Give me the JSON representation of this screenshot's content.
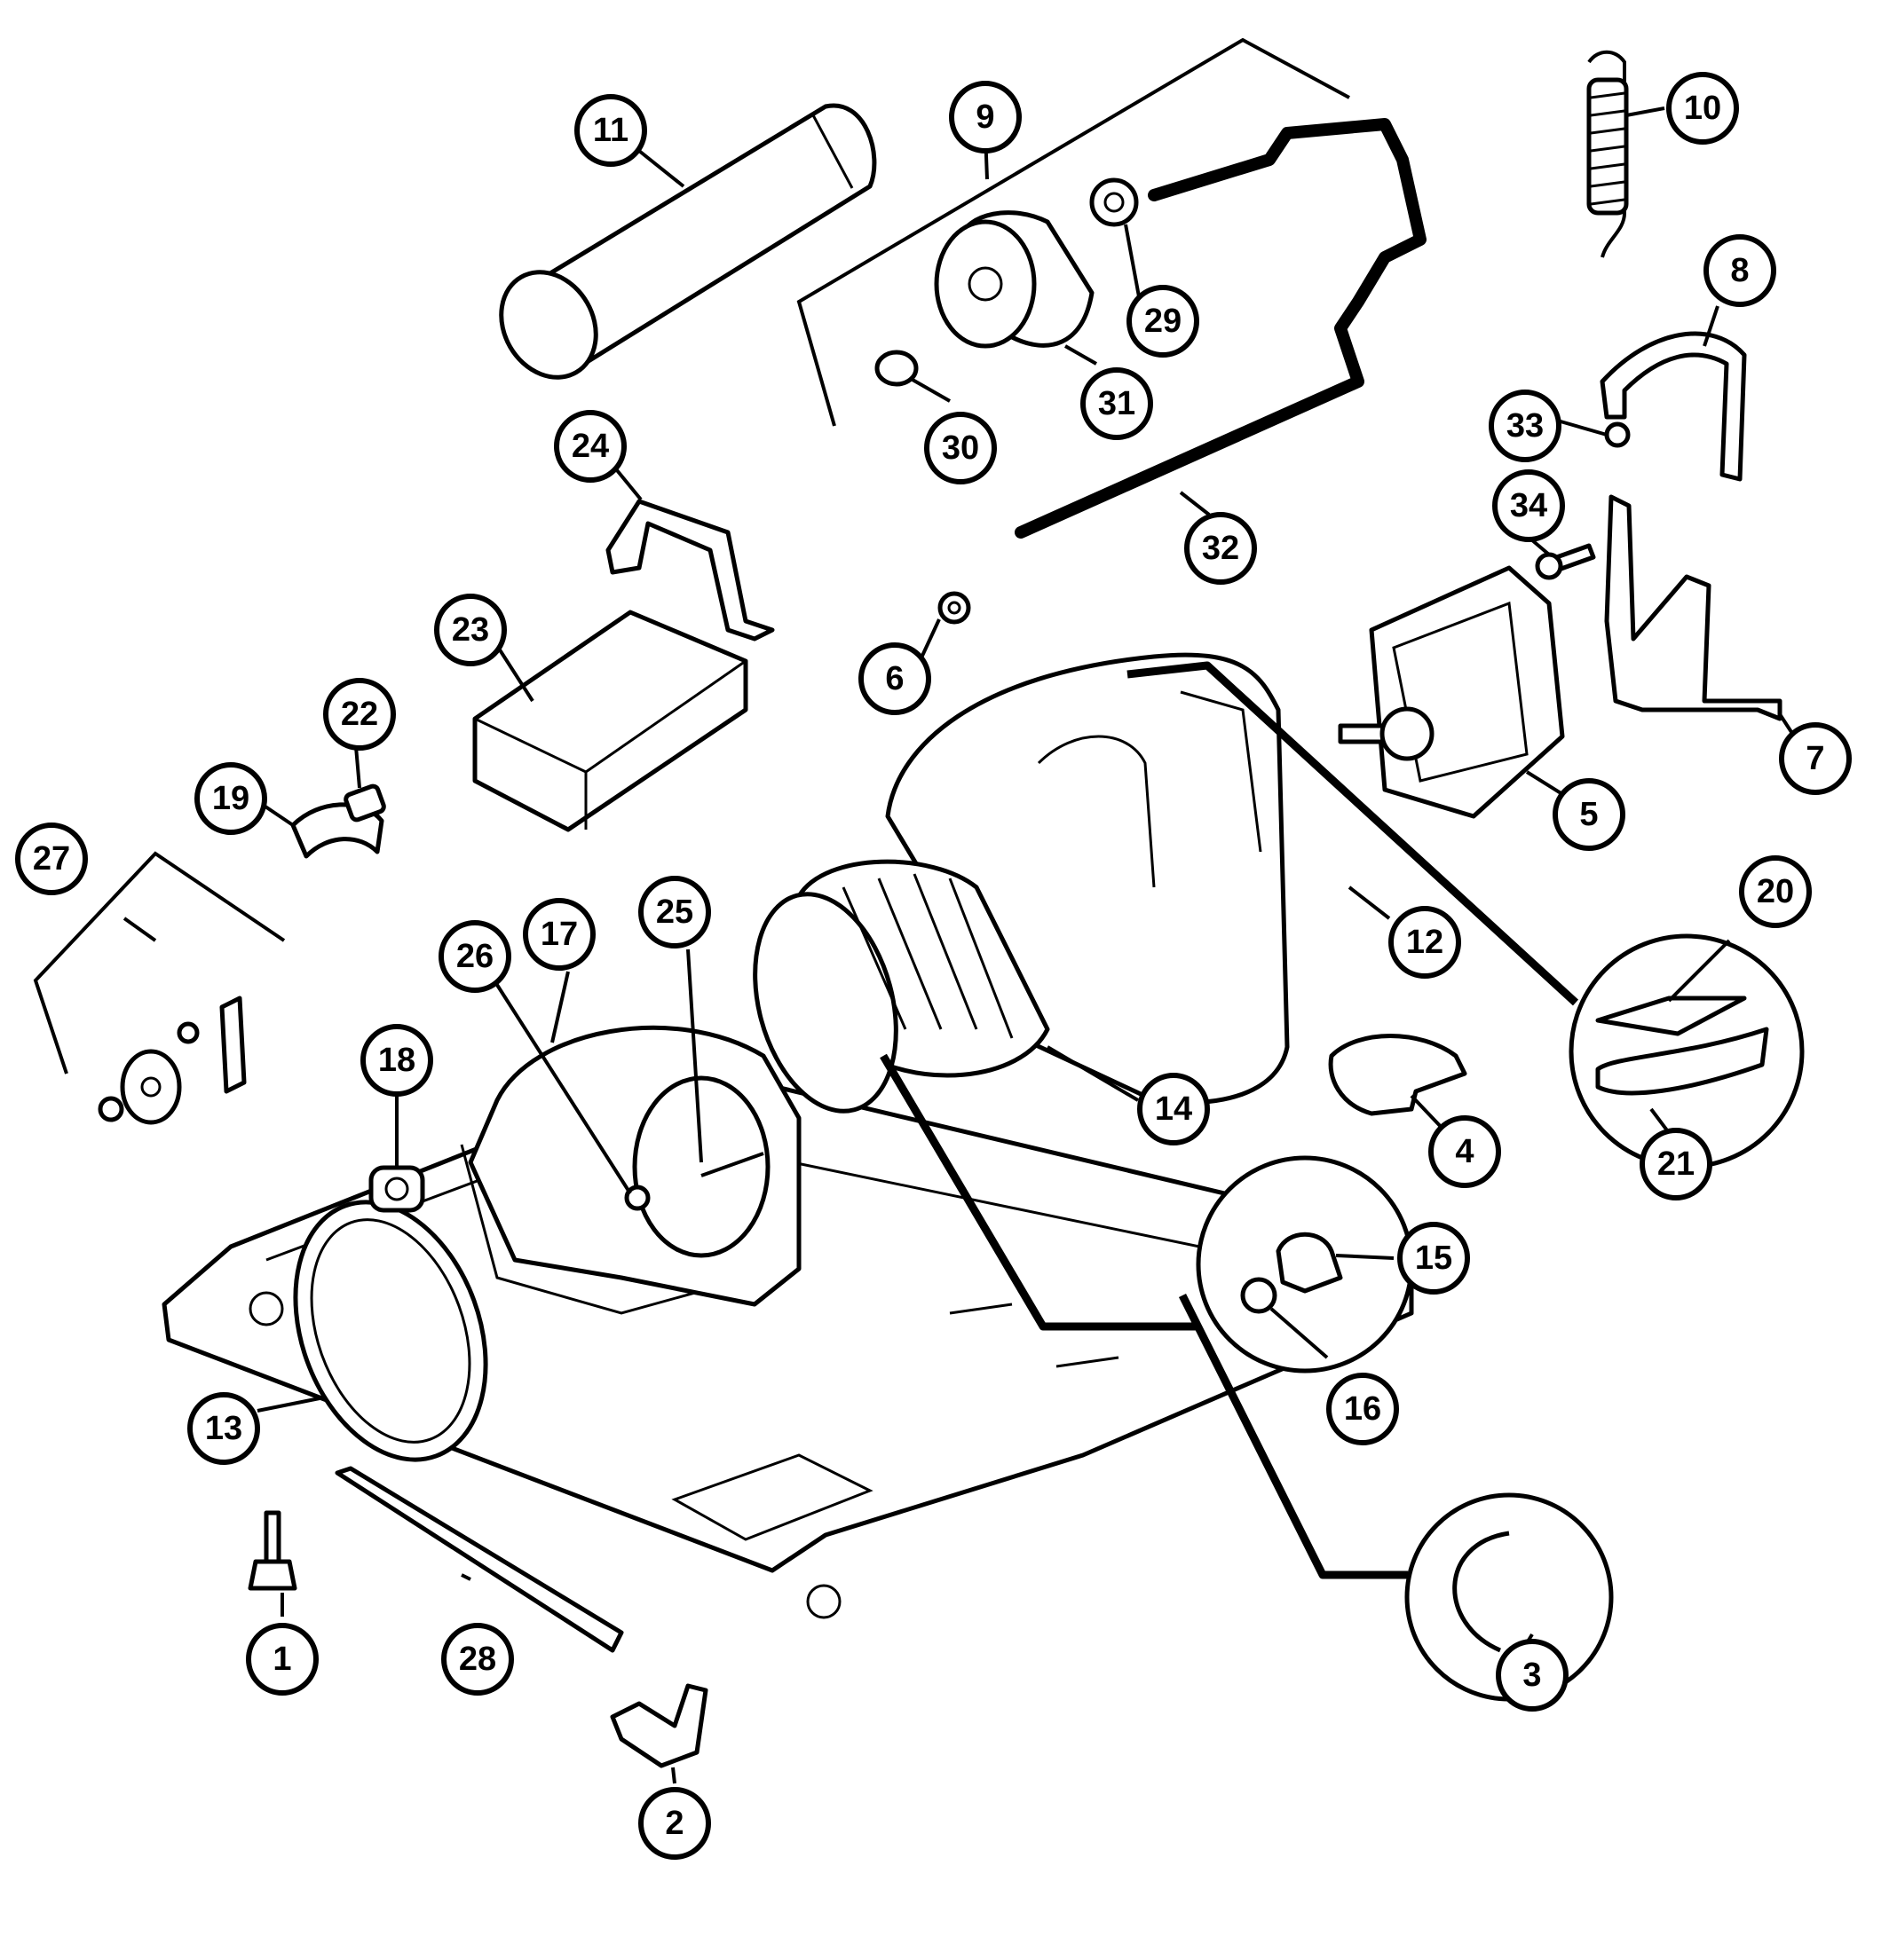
{
  "callouts": [
    {
      "id": "1",
      "label": "1"
    },
    {
      "id": "2",
      "label": "2"
    },
    {
      "id": "3",
      "label": "3"
    },
    {
      "id": "4",
      "label": "4"
    },
    {
      "id": "5",
      "label": "5"
    },
    {
      "id": "6",
      "label": "6"
    },
    {
      "id": "7",
      "label": "7"
    },
    {
      "id": "8",
      "label": "8"
    },
    {
      "id": "9",
      "label": "9"
    },
    {
      "id": "10",
      "label": "10"
    },
    {
      "id": "11",
      "label": "11"
    },
    {
      "id": "12",
      "label": "12"
    },
    {
      "id": "13",
      "label": "13"
    },
    {
      "id": "14",
      "label": "14"
    },
    {
      "id": "15",
      "label": "15"
    },
    {
      "id": "16",
      "label": "16"
    },
    {
      "id": "17",
      "label": "17"
    },
    {
      "id": "18",
      "label": "18"
    },
    {
      "id": "19",
      "label": "19"
    },
    {
      "id": "20",
      "label": "20"
    },
    {
      "id": "21",
      "label": "21"
    },
    {
      "id": "22",
      "label": "22"
    },
    {
      "id": "23",
      "label": "23"
    },
    {
      "id": "24",
      "label": "24"
    },
    {
      "id": "25",
      "label": "25"
    },
    {
      "id": "26",
      "label": "26"
    },
    {
      "id": "27",
      "label": "27"
    },
    {
      "id": "28",
      "label": "28"
    },
    {
      "id": "29",
      "label": "29"
    },
    {
      "id": "30",
      "label": "30"
    },
    {
      "id": "31",
      "label": "31"
    },
    {
      "id": "32",
      "label": "32"
    },
    {
      "id": "33",
      "label": "33"
    },
    {
      "id": "34",
      "label": "34"
    }
  ],
  "colors": {
    "ink": "#000000",
    "paper": "#ffffff"
  }
}
